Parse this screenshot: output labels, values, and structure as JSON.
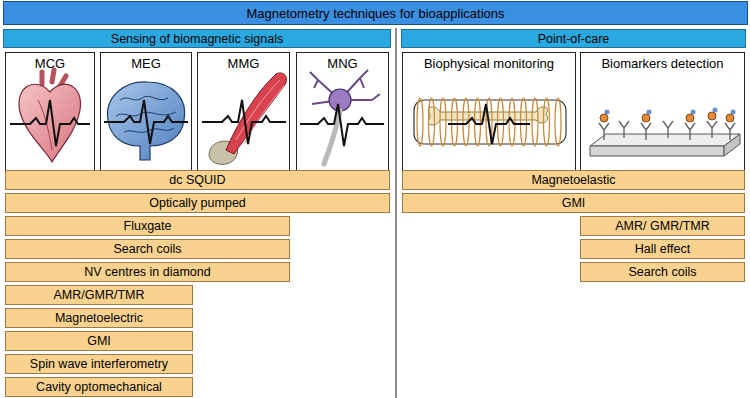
{
  "diagram": {
    "title": "Magnetometry techniques for bioapplications",
    "nodes": [
      {
        "text": [
          "Sensing of biomagnetic signals"
        ]
      },
      {
        "text": [
          "Point-of-care"
        ]
      },
      {
        "text": [
          "MCG"
        ]
      },
      {
        "text": [
          "MEG"
        ]
      },
      {
        "text": [
          "MMG"
        ]
      },
      {
        "text": [
          "MNG"
        ]
      },
      {
        "text": [
          "Biophysical monitoring"
        ]
      },
      {
        "text": [
          "Biomarkers detection"
        ]
      },
      {
        "text": [
          "dc SQUID"
        ]
      },
      {
        "text": [
          "Magnetoelastic"
        ]
      },
      {
        "text": [
          "Optically pumped"
        ]
      },
      {
        "text": [
          "GMI"
        ]
      },
      {
        "text": [
          "Fluxgate"
        ]
      },
      {
        "text": [
          "AMR/ GMR/TMR"
        ]
      },
      {
        "text": [
          "Search coils"
        ]
      },
      {
        "text": [
          "Hall effect"
        ]
      },
      {
        "text": [
          "NV centres in diamond"
        ]
      },
      {
        "text": [
          "Search coils"
        ]
      },
      {
        "text": [
          "AMR/GMR/TMR"
        ]
      },
      {
        "text": [
          "Magnetoelectric"
        ]
      },
      {
        "text": [
          "GMI"
        ]
      },
      {
        "text": [
          "Spin wave interferometry"
        ]
      },
      {
        "text": [
          "Cavity optomechanical"
        ]
      }
    ]
  }
}
